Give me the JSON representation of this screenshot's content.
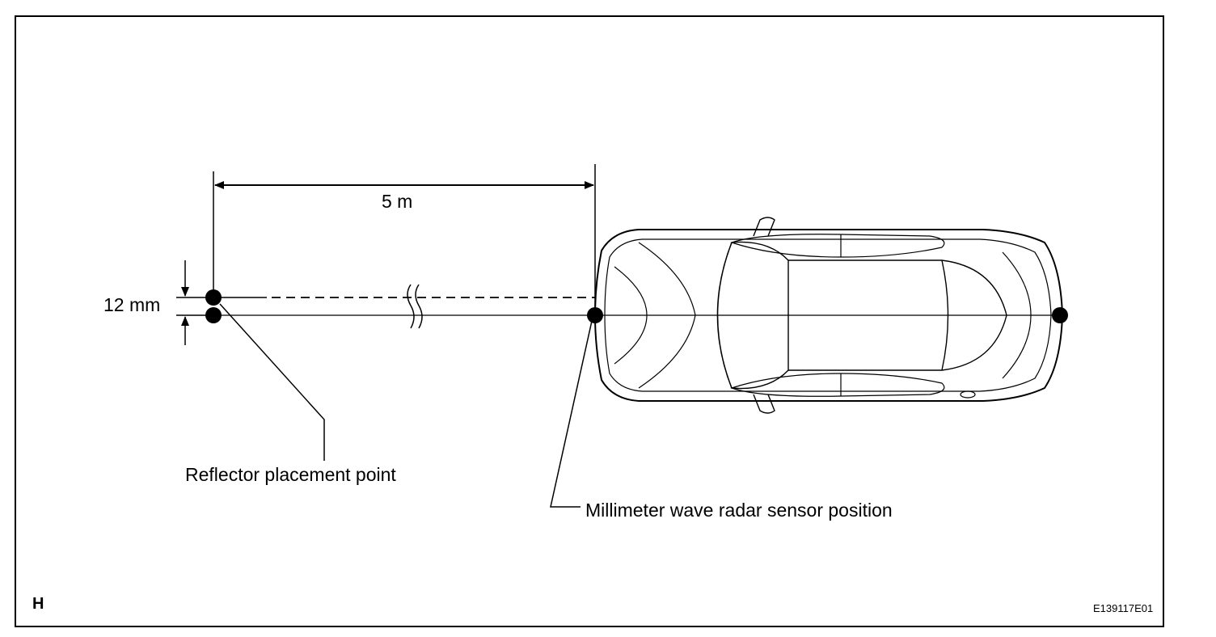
{
  "labels": {
    "distance": "5 m",
    "offset": "12 mm",
    "reflector_point": "Reflector placement point",
    "sensor_position": "Millimeter wave radar sensor position",
    "corner_letter": "H",
    "figure_code": "E139117E01"
  },
  "colors": {
    "line": "#000000",
    "background": "#ffffff"
  }
}
